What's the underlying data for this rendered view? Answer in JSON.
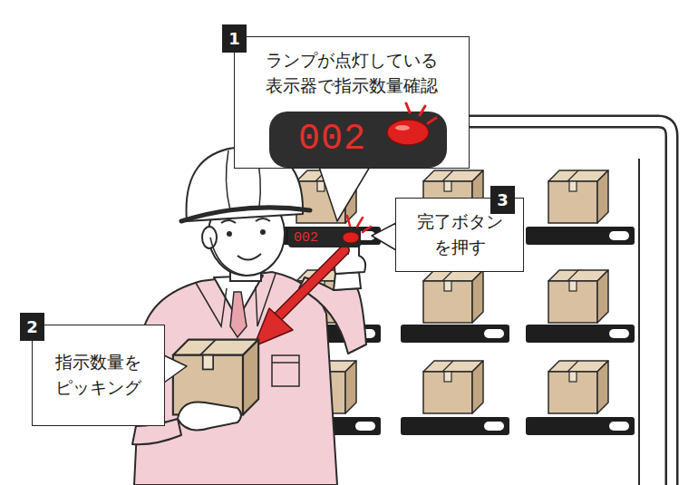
{
  "diagram": {
    "nodes": [
      {
        "text": [
          "ランプが点灯している 表示器で指示数量確認"
        ]
      },
      {
        "text": [
          "002"
        ],
        "in": 0
      },
      {
        "text": [
          "002"
        ]
      },
      {
        "text": [
          "完了ボタン を押す"
        ]
      },
      {
        "text": [
          "指示数量を ピッキング"
        ]
      }
    ],
    "labels": [
      "1",
      "2",
      "3"
    ]
  }
}
